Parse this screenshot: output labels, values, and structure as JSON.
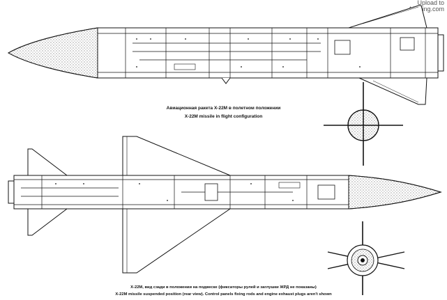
{
  "watermark": {
    "line1": "Upload to",
    "line2": "AFWing.com"
  },
  "captions": {
    "top_ru": "Авиационная ракета Х-22М в полетном положении",
    "top_en": "X-22M missile in flight configuration",
    "bottom_ru": "Х-22М, вид сзади в положении на подвеске (фиксаторы рулей и заглушки ЖРД не показаны)",
    "bottom_en": "X-22M missile suspended position (rear view). Control panels fixing rods and engine exhaust plugs aren't shown"
  }
}
